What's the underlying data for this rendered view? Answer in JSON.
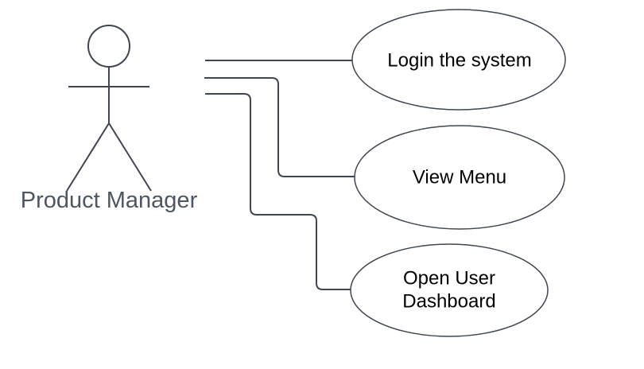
{
  "diagram": {
    "actor": {
      "label": "Product Manager"
    },
    "usecases": [
      {
        "label": "Login the system"
      },
      {
        "label": "View Menu"
      },
      {
        "label_lines": [
          "Open User",
          "Dashboard"
        ]
      }
    ]
  },
  "colors": {
    "background": "#ffffff",
    "stroke": "#3f4651",
    "actor_label": "#4d5661",
    "usecase_text": "#000000"
  }
}
